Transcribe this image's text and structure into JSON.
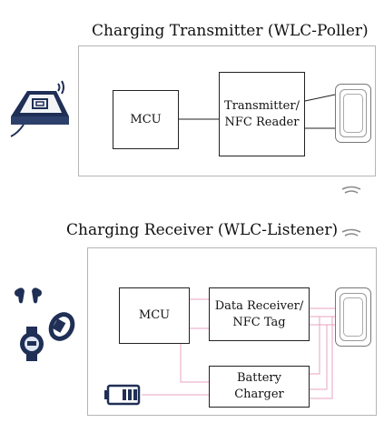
{
  "transmitter": {
    "title": "Charging Transmitter (WLC-Poller)",
    "mcu_label": "MCU",
    "reader_label_line1": "Transmitter/",
    "reader_label_line2": "NFC Reader"
  },
  "receiver": {
    "title": "Charging Receiver (WLC-Listener)",
    "mcu_label": "MCU",
    "tag_label_line1": "Data Receiver/",
    "tag_label_line2": "NFC Tag",
    "charger_label_line1": "Battery",
    "charger_label_line2": "Charger"
  },
  "colors": {
    "device_navy": "#1f2f55",
    "line_pink": "#e8a3c0",
    "line_dark": "#222222",
    "wave_gray": "#8a8a8a"
  },
  "icons": [
    "charging-pad-icon",
    "earbuds-icon",
    "smartwatch-icon",
    "fitness-band-icon",
    "battery-icon",
    "wireless-wave-icon",
    "antenna-coil-icon"
  ]
}
